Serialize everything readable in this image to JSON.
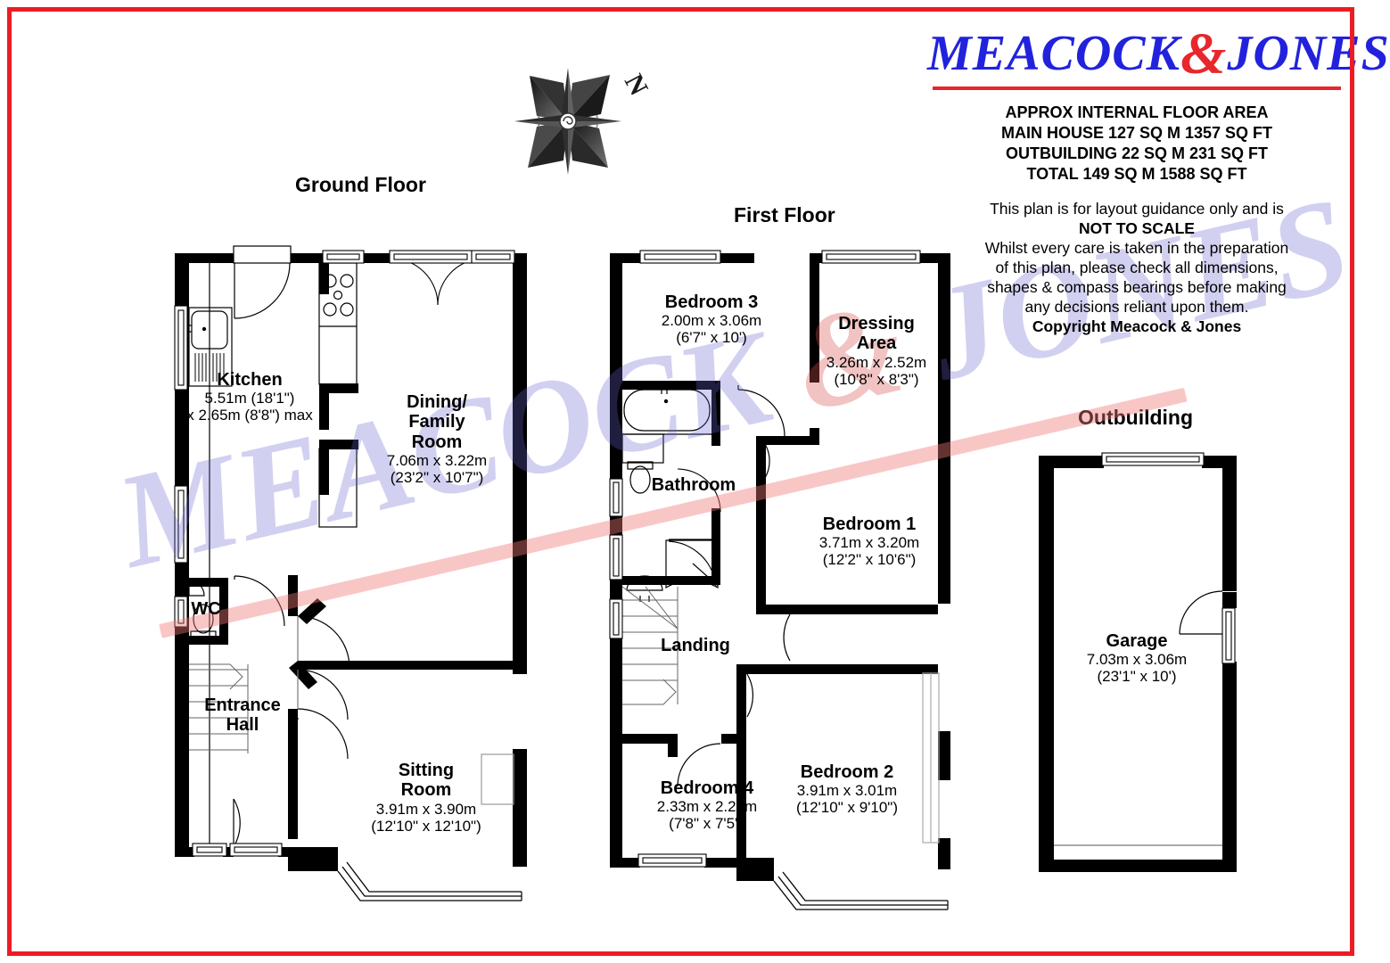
{
  "document": {
    "type": "floor-plan",
    "border_color": "#ed1c24"
  },
  "branding": {
    "logo_part1": "MEACOCK",
    "logo_amp": "&",
    "logo_part2": "JONES",
    "logo_color": "#2222dd",
    "amp_color": "#e8262b",
    "rule_color": "#e8262b",
    "watermark_text": "MEACOCK & JONES",
    "watermark_color": "#6a64cd"
  },
  "area_summary": {
    "line1": "APPROX INTERNAL FLOOR AREA",
    "line2": "MAIN HOUSE 127 SQ M 1357 SQ FT",
    "line3": "OUTBUILDING 22 SQ M 231 SQ FT",
    "line4": "TOTAL 149 SQ M 1588 SQ FT"
  },
  "disclaimer": {
    "line1": "This plan is for layout guidance only and is",
    "emphasis": "NOT TO SCALE",
    "line2": "Whilst every care is taken in the preparation",
    "line3": "of this plan, please check all dimensions,",
    "line4": "shapes & compass bearings before making",
    "line5": "any decisions reliant upon them.",
    "copyright": "Copyright Meacock & Jones"
  },
  "compass": {
    "label": "N",
    "icon": "compass-rose-icon"
  },
  "floors": [
    {
      "id": "ground",
      "title": "Ground Floor",
      "rooms": [
        {
          "name": "Kitchen",
          "dim_line1": "5.51m (18'1\")",
          "dim_line2": "x 2.65m (8'8\") max"
        },
        {
          "name": "Dining/\nFamily\nRoom",
          "dim_line1": "7.06m x 3.22m",
          "dim_line2": "(23'2\" x 10'7\")"
        },
        {
          "name": "WC",
          "dim_line1": "",
          "dim_line2": ""
        },
        {
          "name": "Entrance\nHall",
          "dim_line1": "",
          "dim_line2": ""
        },
        {
          "name": "Sitting\nRoom",
          "dim_line1": "3.91m x 3.90m",
          "dim_line2": "(12'10\" x 12'10\")"
        }
      ]
    },
    {
      "id": "first",
      "title": "First Floor",
      "rooms": [
        {
          "name": "Bedroom 3",
          "dim_line1": "2.00m x 3.06m",
          "dim_line2": "(6'7\" x 10')"
        },
        {
          "name": "Dressing\nArea",
          "dim_line1": "3.26m x 2.52m",
          "dim_line2": "(10'8\" x 8'3\")"
        },
        {
          "name": "Bathroom",
          "dim_line1": "",
          "dim_line2": ""
        },
        {
          "name": "Bedroom 1",
          "dim_line1": "3.71m x 3.20m",
          "dim_line2": "(12'2\" x 10'6\")"
        },
        {
          "name": "Landing",
          "dim_line1": "",
          "dim_line2": ""
        },
        {
          "name": "Bedroom 4",
          "dim_line1": "2.33m x 2.25m",
          "dim_line2": "(7'8\" x 7'5\")"
        },
        {
          "name": "Bedroom 2",
          "dim_line1": "3.91m x 3.01m",
          "dim_line2": "(12'10\" x 9'10\")"
        }
      ]
    },
    {
      "id": "outbuilding",
      "title": "Outbuilding",
      "rooms": [
        {
          "name": "Garage",
          "dim_line1": "7.03m x 3.06m",
          "dim_line2": "(23'1\" x 10')"
        }
      ]
    }
  ],
  "labels": {
    "ground_title": "Ground Floor",
    "first_title": "First Floor",
    "outbuilding_title": "Outbuilding",
    "kitchen_name": "Kitchen",
    "kitchen_dim1": "5.51m (18'1\")",
    "kitchen_dim2": "x 2.65m (8'8\") max",
    "dining_name1": "Dining/",
    "dining_name2": "Family",
    "dining_name3": "Room",
    "dining_dim1": "7.06m x 3.22m",
    "dining_dim2": "(23'2\" x 10'7\")",
    "wc_name": "WC",
    "hall_name1": "Entrance",
    "hall_name2": "Hall",
    "sitting_name1": "Sitting",
    "sitting_name2": "Room",
    "sitting_dim1": "3.91m x 3.90m",
    "sitting_dim2": "(12'10\" x 12'10\")",
    "bed3_name": "Bedroom 3",
    "bed3_dim1": "2.00m x 3.06m",
    "bed3_dim2": "(6'7\" x 10')",
    "dress_name1": "Dressing",
    "dress_name2": "Area",
    "dress_dim1": "3.26m x 2.52m",
    "dress_dim2": "(10'8\" x 8'3\")",
    "bath_name": "Bathroom",
    "bed1_name": "Bedroom 1",
    "bed1_dim1": "3.71m x 3.20m",
    "bed1_dim2": "(12'2\" x 10'6\")",
    "landing_name": "Landing",
    "bed4_name": "Bedroom 4",
    "bed4_dim1": "2.33m x 2.25m",
    "bed4_dim2": "(7'8\" x 7'5\")",
    "bed2_name": "Bedroom 2",
    "bed2_dim1": "3.91m x 3.01m",
    "bed2_dim2": "(12'10\" x 9'10\")",
    "garage_name": "Garage",
    "garage_dim1": "7.03m x 3.06m",
    "garage_dim2": "(23'1\" x 10')"
  }
}
